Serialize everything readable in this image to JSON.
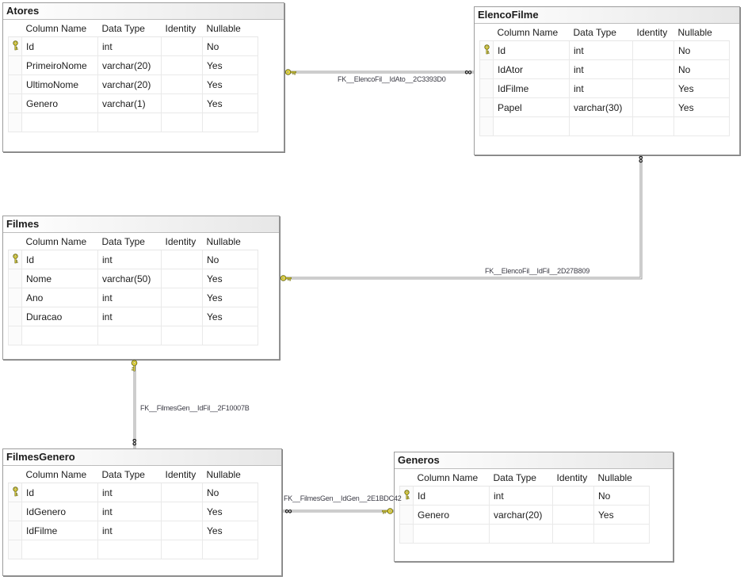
{
  "column_headers": [
    "Column Name",
    "Data Type",
    "Identity",
    "Nullable"
  ],
  "tables": {
    "atores": {
      "title": "Atores",
      "rows": [
        {
          "name": "Id",
          "type": "int",
          "identity": "",
          "nullable": "No"
        },
        {
          "name": "PrimeiroNome",
          "type": "varchar(20)",
          "identity": "",
          "nullable": "Yes"
        },
        {
          "name": "UltimoNome",
          "type": "varchar(20)",
          "identity": "",
          "nullable": "Yes"
        },
        {
          "name": "Genero",
          "type": "varchar(1)",
          "identity": "",
          "nullable": "Yes"
        }
      ]
    },
    "elencofilme": {
      "title": "ElencoFilme",
      "rows": [
        {
          "name": "Id",
          "type": "int",
          "identity": "",
          "nullable": "No"
        },
        {
          "name": "IdAtor",
          "type": "int",
          "identity": "",
          "nullable": "No"
        },
        {
          "name": "IdFilme",
          "type": "int",
          "identity": "",
          "nullable": "Yes"
        },
        {
          "name": "Papel",
          "type": "varchar(30)",
          "identity": "",
          "nullable": "Yes"
        }
      ]
    },
    "filmes": {
      "title": "Filmes",
      "rows": [
        {
          "name": "Id",
          "type": "int",
          "identity": "",
          "nullable": "No"
        },
        {
          "name": "Nome",
          "type": "varchar(50)",
          "identity": "",
          "nullable": "Yes"
        },
        {
          "name": "Ano",
          "type": "int",
          "identity": "",
          "nullable": "Yes"
        },
        {
          "name": "Duracao",
          "type": "int",
          "identity": "",
          "nullable": "Yes"
        }
      ]
    },
    "filmesgenero": {
      "title": "FilmesGenero",
      "rows": [
        {
          "name": "Id",
          "type": "int",
          "identity": "",
          "nullable": "No"
        },
        {
          "name": "IdGenero",
          "type": "int",
          "identity": "",
          "nullable": "Yes"
        },
        {
          "name": "IdFilme",
          "type": "int",
          "identity": "",
          "nullable": "Yes"
        }
      ]
    },
    "generos": {
      "title": "Generos",
      "rows": [
        {
          "name": "Id",
          "type": "int",
          "identity": "",
          "nullable": "No"
        },
        {
          "name": "Genero",
          "type": "varchar(20)",
          "identity": "",
          "nullable": "Yes"
        }
      ]
    }
  },
  "relationships": [
    {
      "label": "FK__ElencoFil__IdAto__2C3393D0",
      "from": "Atores",
      "to": "ElencoFilme"
    },
    {
      "label": "FK__ElencoFil__IdFil__2D27B809",
      "from": "Filmes",
      "to": "ElencoFilme"
    },
    {
      "label": "FK__FilmesGen__IdFil__2F10007B",
      "from": "Filmes",
      "to": "FilmesGenero"
    },
    {
      "label": "FK__FilmesGen__IdGen__2E1BDC42",
      "from": "Generos",
      "to": "FilmesGenero"
    }
  ],
  "symbols": {
    "many": "∞"
  },
  "colors": {
    "connector": "#9b9b9b",
    "key_fill": "#efde41",
    "key_stroke": "#6b6b1c"
  }
}
